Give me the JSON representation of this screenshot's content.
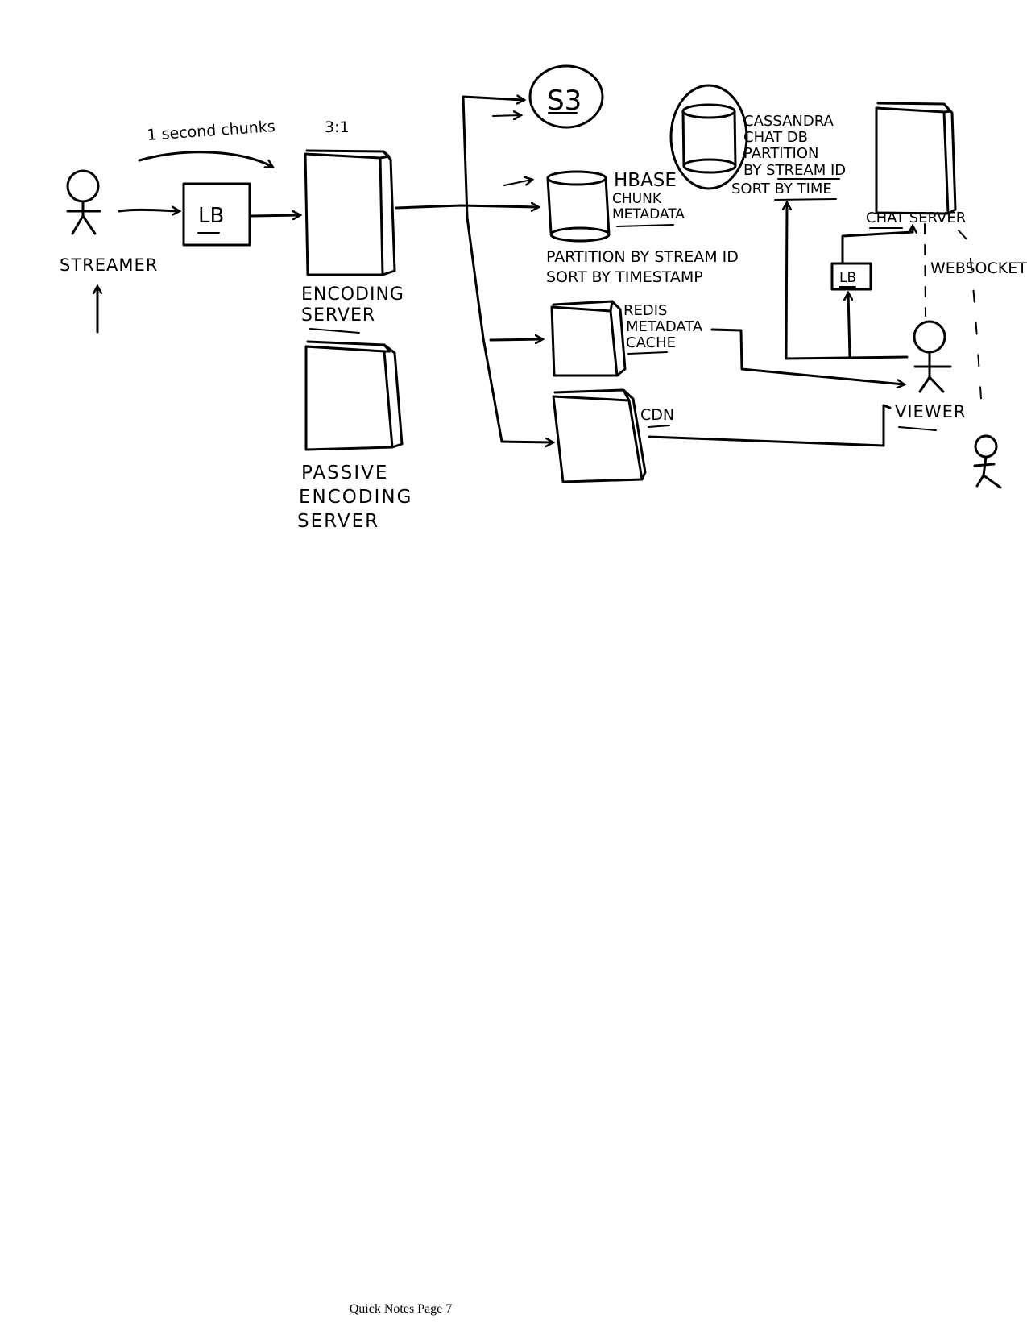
{
  "labels": {
    "streamer": "STREAMER",
    "lb_left": "LB",
    "chunks_note": "1 second chunks",
    "ratio": "3:1",
    "encoding_server": [
      "ENCODING",
      "SERVER"
    ],
    "passive_encoding_server": [
      "PASSIVE",
      "ENCODING",
      "SERVER"
    ],
    "s3": "S3",
    "hbase": [
      "HBASE",
      "CHUNK",
      "METADATA"
    ],
    "hbase_partition": [
      "PARTITION BY STREAM ID",
      "SORT BY TIMESTAMP"
    ],
    "redis": [
      "REDIS",
      "METADATA",
      "CACHE"
    ],
    "cdn": "CDN",
    "cassandra": [
      "CASSANDRA",
      "CHAT DB",
      "PARTITION",
      "BY STREAM ID",
      "SORT BY TIME"
    ],
    "chat_server": "CHAT SERVER",
    "lb_right": "LB",
    "websocket": "WEBSOCKET",
    "viewer": "VIEWER"
  },
  "footer": {
    "page_label": "Quick Notes Page 7"
  }
}
